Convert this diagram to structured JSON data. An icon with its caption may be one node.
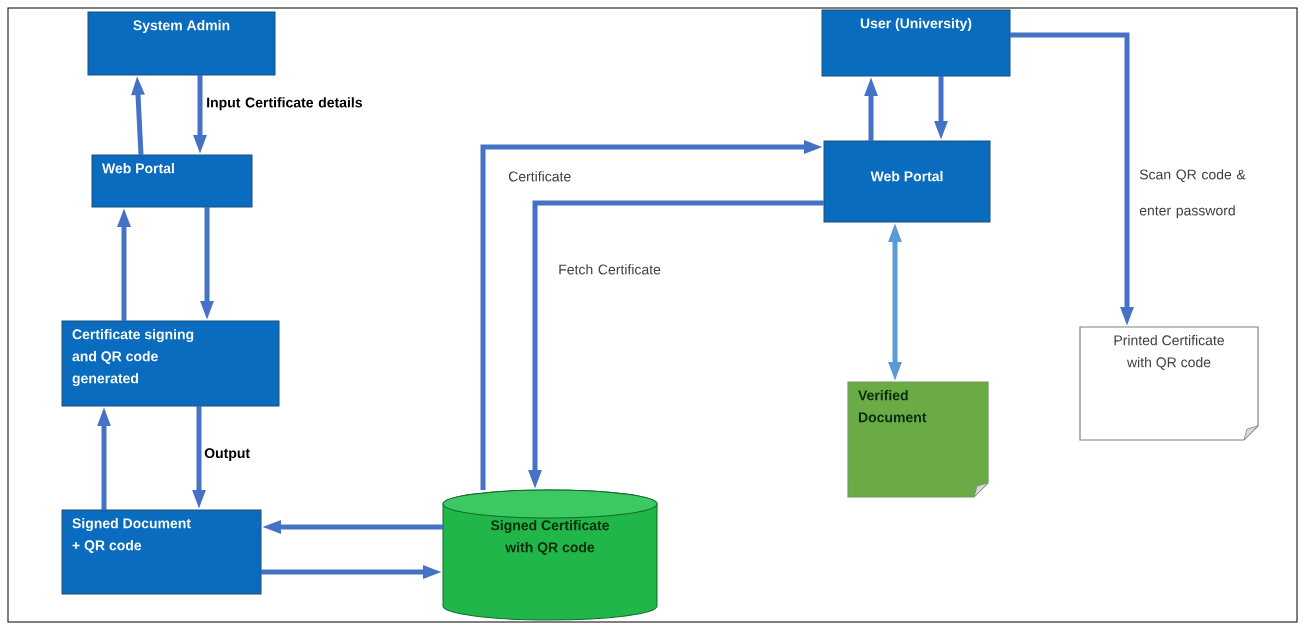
{
  "diagram": {
    "nodes": [
      {
        "text": [
          "System Admin"
        ]
      },
      {
        "text": [
          "Web Portal"
        ]
      },
      {
        "text": [
          "Certificate signing and QR code generated"
        ]
      },
      {
        "text": [
          "Signed Document + QR code"
        ]
      },
      {
        "text": [
          "Signed Certificate with QR code"
        ]
      },
      {
        "text": [
          "User (University)"
        ]
      },
      {
        "text": [
          "Web Portal"
        ]
      },
      {
        "text": [
          "Verified Document"
        ]
      },
      {
        "text": [
          "Printed Certificate with QR code"
        ]
      }
    ],
    "edges": [
      {
        "from": 1,
        "to": 0,
        "arrow": "to"
      },
      {
        "from": 0,
        "to": 1,
        "arrow": "to",
        "label": "Input Certificate details"
      },
      {
        "from": 2,
        "to": 1,
        "arrow": "to"
      },
      {
        "from": 1,
        "to": 2,
        "arrow": "to"
      },
      {
        "from": 3,
        "to": 2,
        "arrow": "to"
      },
      {
        "from": 2,
        "to": 3,
        "arrow": "to",
        "label": "Output"
      },
      {
        "from": 4,
        "to": 3,
        "arrow": "to"
      },
      {
        "from": 3,
        "to": 4,
        "arrow": "to"
      },
      {
        "from": 4,
        "to": 6,
        "arrow": "to",
        "label": "Certificate"
      },
      {
        "from": 6,
        "to": 4,
        "arrow": "to",
        "label": "Fetch Certificate"
      },
      {
        "from": 6,
        "to": 5,
        "arrow": "to"
      },
      {
        "from": 5,
        "to": 6,
        "arrow": "to"
      },
      {
        "from": 6,
        "to": 7,
        "arrow": "both",
        "color": "#5b9bd5"
      },
      {
        "from": 5,
        "to": 8,
        "arrow": "to",
        "label": "Scan QR code & enter password"
      }
    ]
  }
}
